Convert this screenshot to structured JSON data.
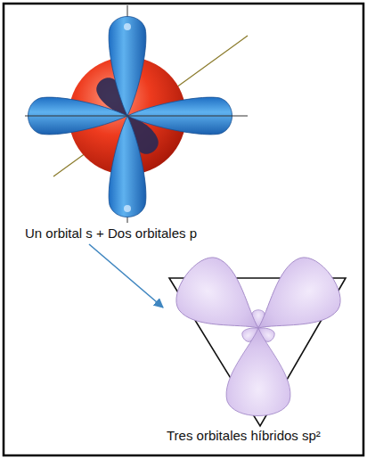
{
  "diagram": {
    "nodes": [
      {
        "text": [
          "Un orbital s + Dos orbitales p"
        ]
      },
      {
        "text": [
          "Tres orbitales híbridos sp²"
        ]
      }
    ],
    "edges": [
      {
        "from": 0,
        "to": 1,
        "arrow": "to"
      }
    ]
  }
}
